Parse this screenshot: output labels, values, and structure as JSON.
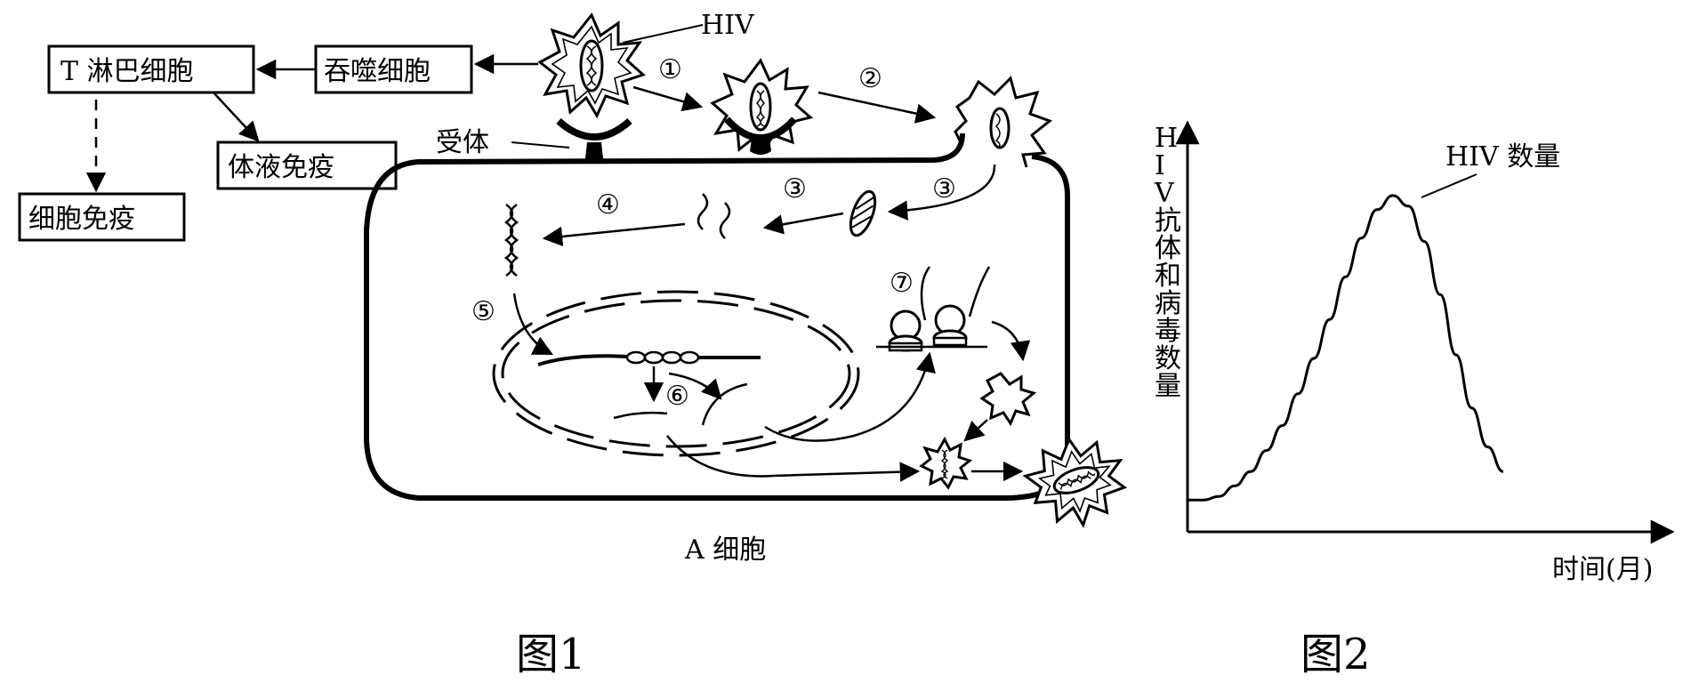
{
  "figure1": {
    "caption": "图1",
    "cell_label": "A 细胞",
    "hiv_label": "HIV",
    "receptor_label": "受体",
    "boxes": {
      "t_cell": "T 淋巴细胞",
      "phagocyte": "吞噬细胞",
      "humoral": "体液免疫",
      "cellular": "细胞免疫"
    },
    "steps": [
      "①",
      "②",
      "③",
      "③",
      "④",
      "⑤",
      "⑥",
      "⑦"
    ]
  },
  "figure2": {
    "caption": "图2",
    "chart_data": {
      "type": "line",
      "ylabel": "HIV抗体和病毒数量",
      "xlabel": "时间(月)",
      "annotation": "HIV 数量",
      "series": [
        {
          "name": "HIV 数量",
          "x": [
            0,
            0.05,
            0.1,
            0.15,
            0.2,
            0.25,
            0.3,
            0.35,
            0.4,
            0.45,
            0.5,
            0.55,
            0.6,
            0.65,
            0.7,
            0.75,
            0.8,
            0.85,
            0.9,
            0.95,
            1.0
          ],
          "values": [
            0.09,
            0.09,
            0.1,
            0.13,
            0.17,
            0.23,
            0.3,
            0.39,
            0.49,
            0.6,
            0.72,
            0.83,
            0.91,
            0.95,
            0.92,
            0.82,
            0.67,
            0.5,
            0.35,
            0.24,
            0.17
          ]
        }
      ]
    }
  }
}
